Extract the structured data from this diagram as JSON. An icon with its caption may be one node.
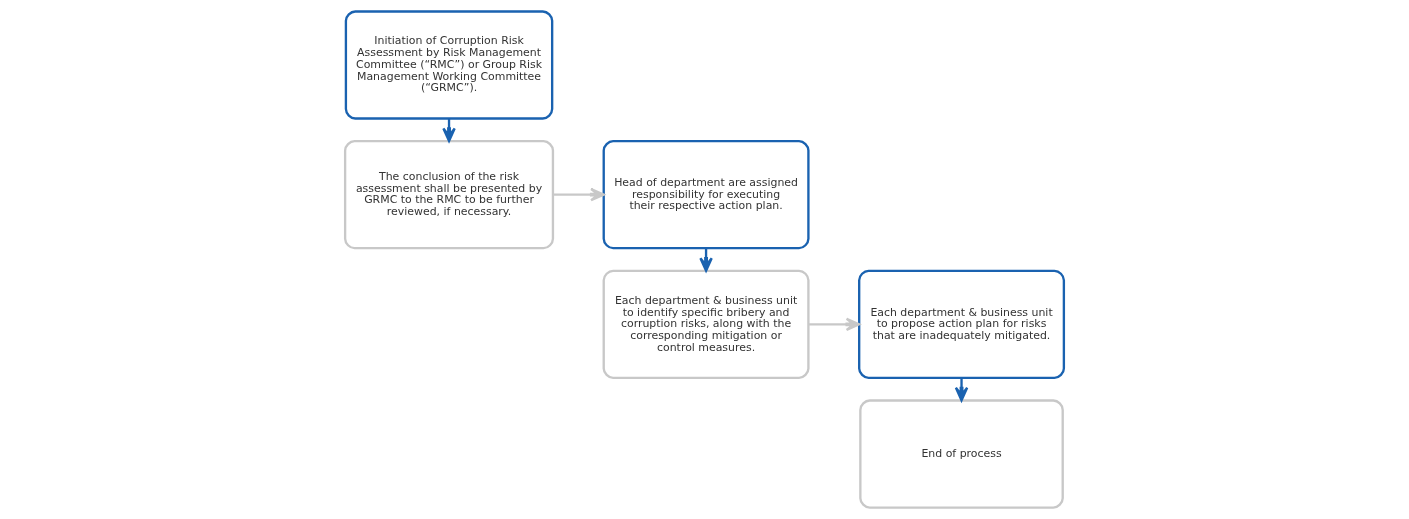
{
  "diagram": {
    "nodes": [
      {
        "text": [
          "Initiation of Corruption Risk Assessment by Risk Management Committee (“RMC”) or Group Risk Management Working Committee (“GRMC”)."
        ]
      },
      {
        "text": [
          "The conclusion of the risk assessment shall be presented by GRMC to the RMC to be further reviewed, if necessary."
        ]
      },
      {
        "text": [
          "Head of department are assigned responsibility for executing their respective action plan."
        ]
      },
      {
        "text": [
          "Each department & business unit to identify specific bribery and corruption risks, along with the corresponding mitigation or control measures."
        ]
      },
      {
        "text": [
          "Each department & business unit to propose action plan for risks that are inadequately mitigated."
        ]
      },
      {
        "text": [
          "End of process"
        ]
      }
    ],
    "edges": [
      {
        "from": 0,
        "to": 1,
        "arrow": "to"
      },
      {
        "from": 1,
        "to": 2,
        "arrow": "to",
        "color": "#c8c8c8"
      },
      {
        "from": 2,
        "to": 3,
        "arrow": "to"
      },
      {
        "from": 3,
        "to": 4,
        "arrow": "to",
        "color": "#c8c8c8"
      },
      {
        "from": 4,
        "to": 5,
        "arrow": "to"
      }
    ]
  }
}
